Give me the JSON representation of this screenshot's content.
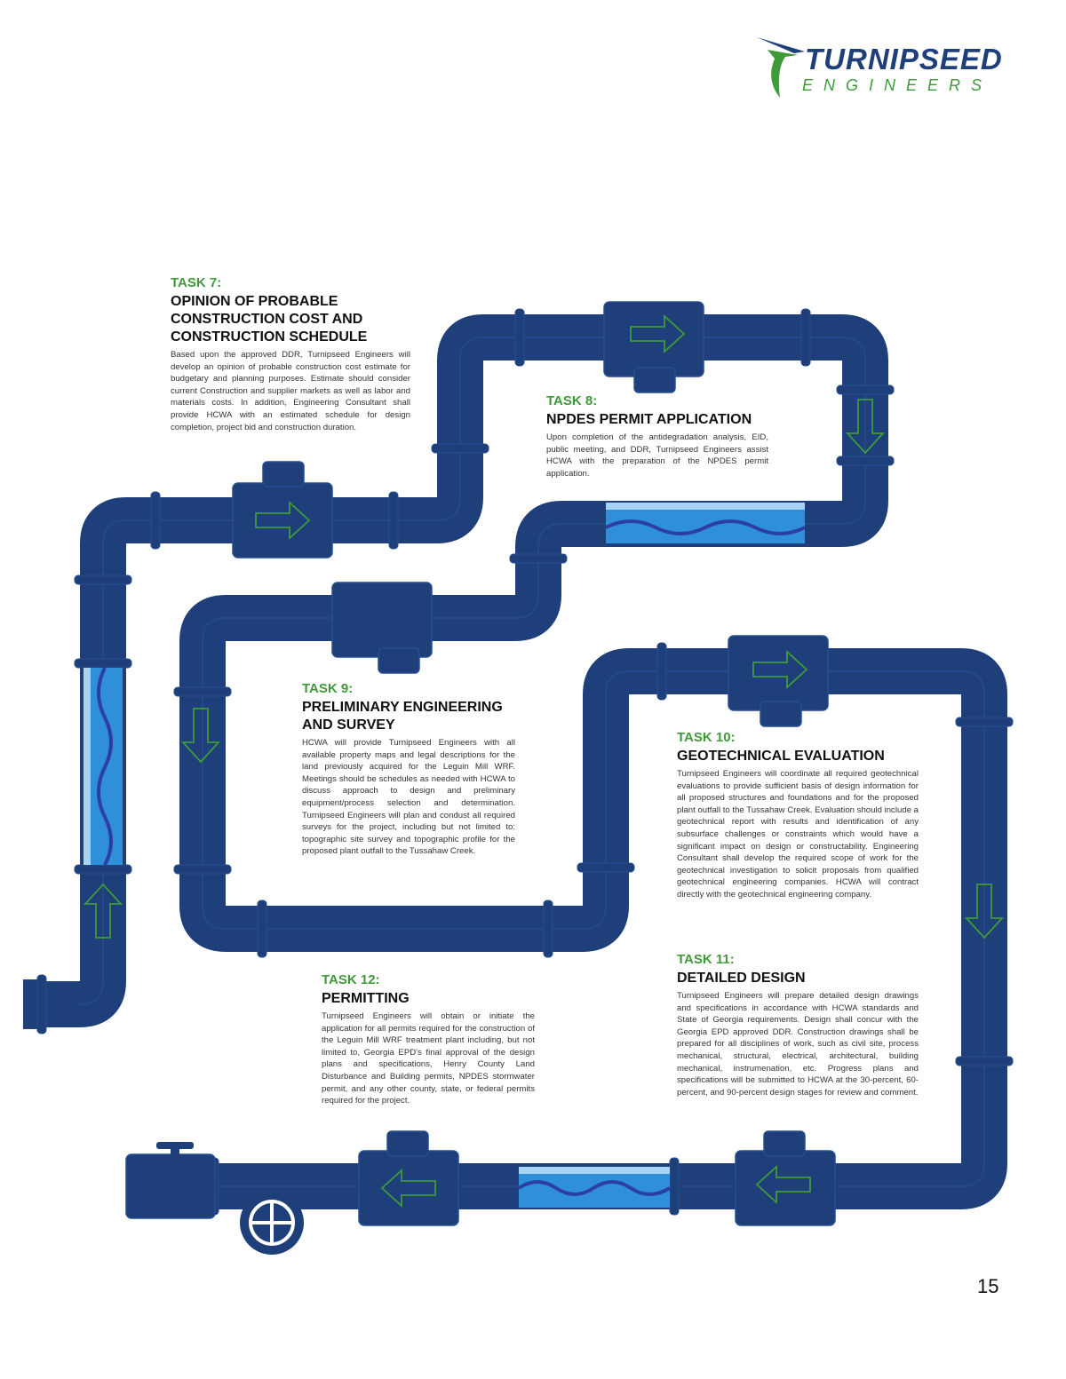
{
  "logo": {
    "word": "TURNIPSEED",
    "sub": "ENGINEERS"
  },
  "tasks": [
    {
      "num": "TASK 7:",
      "title": "OPINION OF PROBABLE CONSTRUCTION COST AND CONSTRUCTION SCHEDULE",
      "body": "Based upon the approved DDR, Turnipseed Engineers will develop an opinion of probable construction cost estimate for budgetary and planning purposes. Estimate should consider current Construction and supplier markets as well as labor and materials costs. In addition, Engineering Consultant shall provide HCWA with an estimated schedule for design completion, project bid and construction duration."
    },
    {
      "num": "TASK 8:",
      "title": "NPDES PERMIT APPLICATION",
      "body": "Upon completion of the antidegradation analysis, EID, public meeting, and DDR, Turnipseed Engineers assist HCWA with the preparation of the NPDES permit application."
    },
    {
      "num": "TASK 9:",
      "title": "PRELIMINARY ENGINEERING AND SURVEY",
      "body": "HCWA will provide Turnipseed Engineers with all available property maps and legal descriptions for the land previously acquired for the Leguin Mill WRF. Meetings should be schedules as needed with HCWA to discuss approach to design and preliminary equipment/process selection and determination. Turnipseed Engineers will plan and condust all required surveys for the project, including but not limited to: topographic site survey and topographic profile for the proposed plant outfall to the Tussahaw Creek."
    },
    {
      "num": "TASK 10:",
      "title": "GEOTECHNICAL EVALUATION",
      "body": "Turnipseed Engineers will coordinate all required geotechnical evaluations to provide sufficient basis of design information for all proposed structures and foundations and for the proposed plant outfall to the Tussahaw Creek. Evaluation should include a geotechnical report with results and identification of any subsurface challenges or constraints which would have a significant impact on design or constructability. Engineering Consultant shall develop the required scope of work for the geotechnical investigation to solicit proposals from qualified geotechnical engineering companies. HCWA will contract directly with the geotechnical engineering company."
    },
    {
      "num": "TASK 11:",
      "title": "DETAILED DESIGN",
      "body": "Turnipseed Engineers will prepare detailed design drawings and specifications in accordance with HCWA standards and State of Georgia requirements. Design shall concur with the Georgia EPD approved DDR. Construction drawings shall be prepared for all disciplines of work, such as civil site, process mechanical, structural, electrical, architectural, building mechanical, instrumenation, etc. Progress plans and specifications will be submitted to HCWA at the 30-percent, 60-percent, and 90-percent design stages for review and comment."
    },
    {
      "num": "TASK 12:",
      "title": "PERMITTING",
      "body": "Turnipseed Engineers will obtain or initiate the application for all permits required for the construction of the Leguin Mill WRF treatment plant including, but not limited to, Georgia EPD's final approval of the design plans and specifications, Henry County Land Disturbance and Building permits, NPDES stormwater permit, and any other county, state, or federal permits required for the project."
    }
  ],
  "page_number": "15",
  "colors": {
    "pipe": "#1e3f7a",
    "green": "#3f9a3a",
    "water": "#2f8fd8",
    "water_light": "#a9d3f5"
  }
}
